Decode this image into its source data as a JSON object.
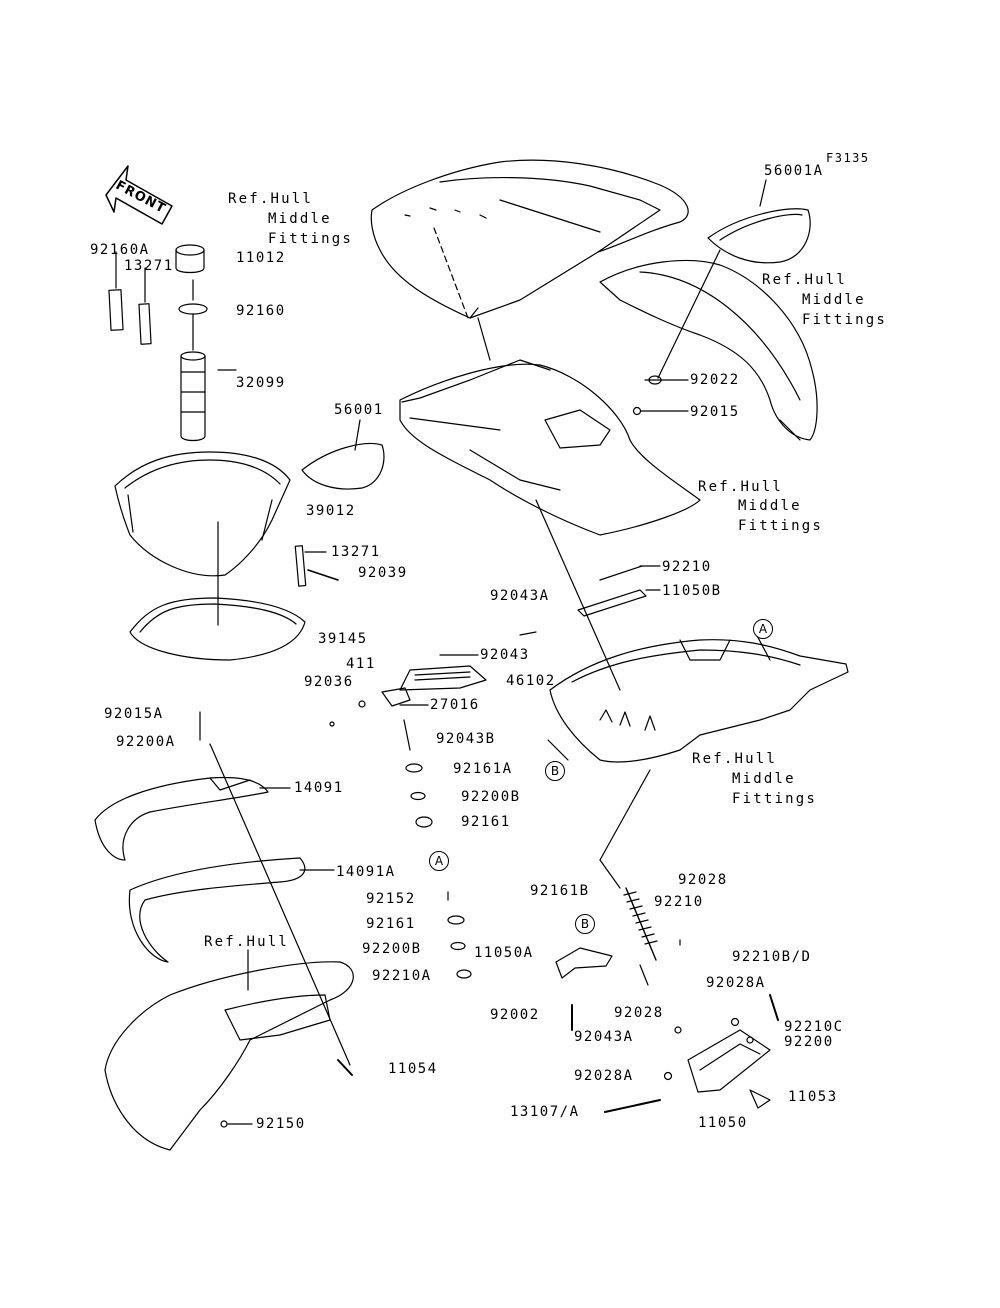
{
  "figure_code": "F3135",
  "front_label": "FRONT",
  "ref_hull_middle_fittings": [
    "Ref.Hull",
    "Middle",
    "Fittings"
  ],
  "ref_hull": "Ref.Hull",
  "callouts": {
    "a": "A",
    "b": "B"
  },
  "parts": {
    "p56001A": "56001A",
    "p92160A": "92160A",
    "p13271_top": "13271",
    "p11012": "11012",
    "p92160": "92160",
    "p32099": "32099",
    "p56001": "56001",
    "p39012": "39012",
    "p13271_mid": "13271",
    "p92039": "92039",
    "p39145": "39145",
    "p92022": "92022",
    "p92015": "92015",
    "p92210_top": "92210",
    "p11050B": "11050B",
    "p92043A_top": "92043A",
    "p92043": "92043",
    "p411": "411",
    "p92036": "92036",
    "p46102": "46102",
    "p27016": "27016",
    "p92043B": "92043B",
    "p92015A": "92015A",
    "p92200A": "92200A",
    "p92161A": "92161A",
    "p92200B_top": "92200B",
    "p92161_top": "92161",
    "p14091": "14091",
    "p14091A": "14091A",
    "p92152": "92152",
    "p92161_mid": "92161",
    "p92200B_mid": "92200B",
    "p11050A": "11050A",
    "p92210A": "92210A",
    "p92161B": "92161B",
    "p92028_top": "92028",
    "p92210_mid": "92210",
    "p92210BD": "92210B/D",
    "p92028A_top": "92028A",
    "p92210C": "92210C",
    "p92200": "92200",
    "p92028_mid": "92028",
    "p92002": "92002",
    "p92043A_bot": "92043A",
    "p92028A_bot": "92028A",
    "p13107A": "13107/A",
    "p11050": "11050",
    "p11053": "11053",
    "p11054": "11054",
    "p92150": "92150"
  }
}
